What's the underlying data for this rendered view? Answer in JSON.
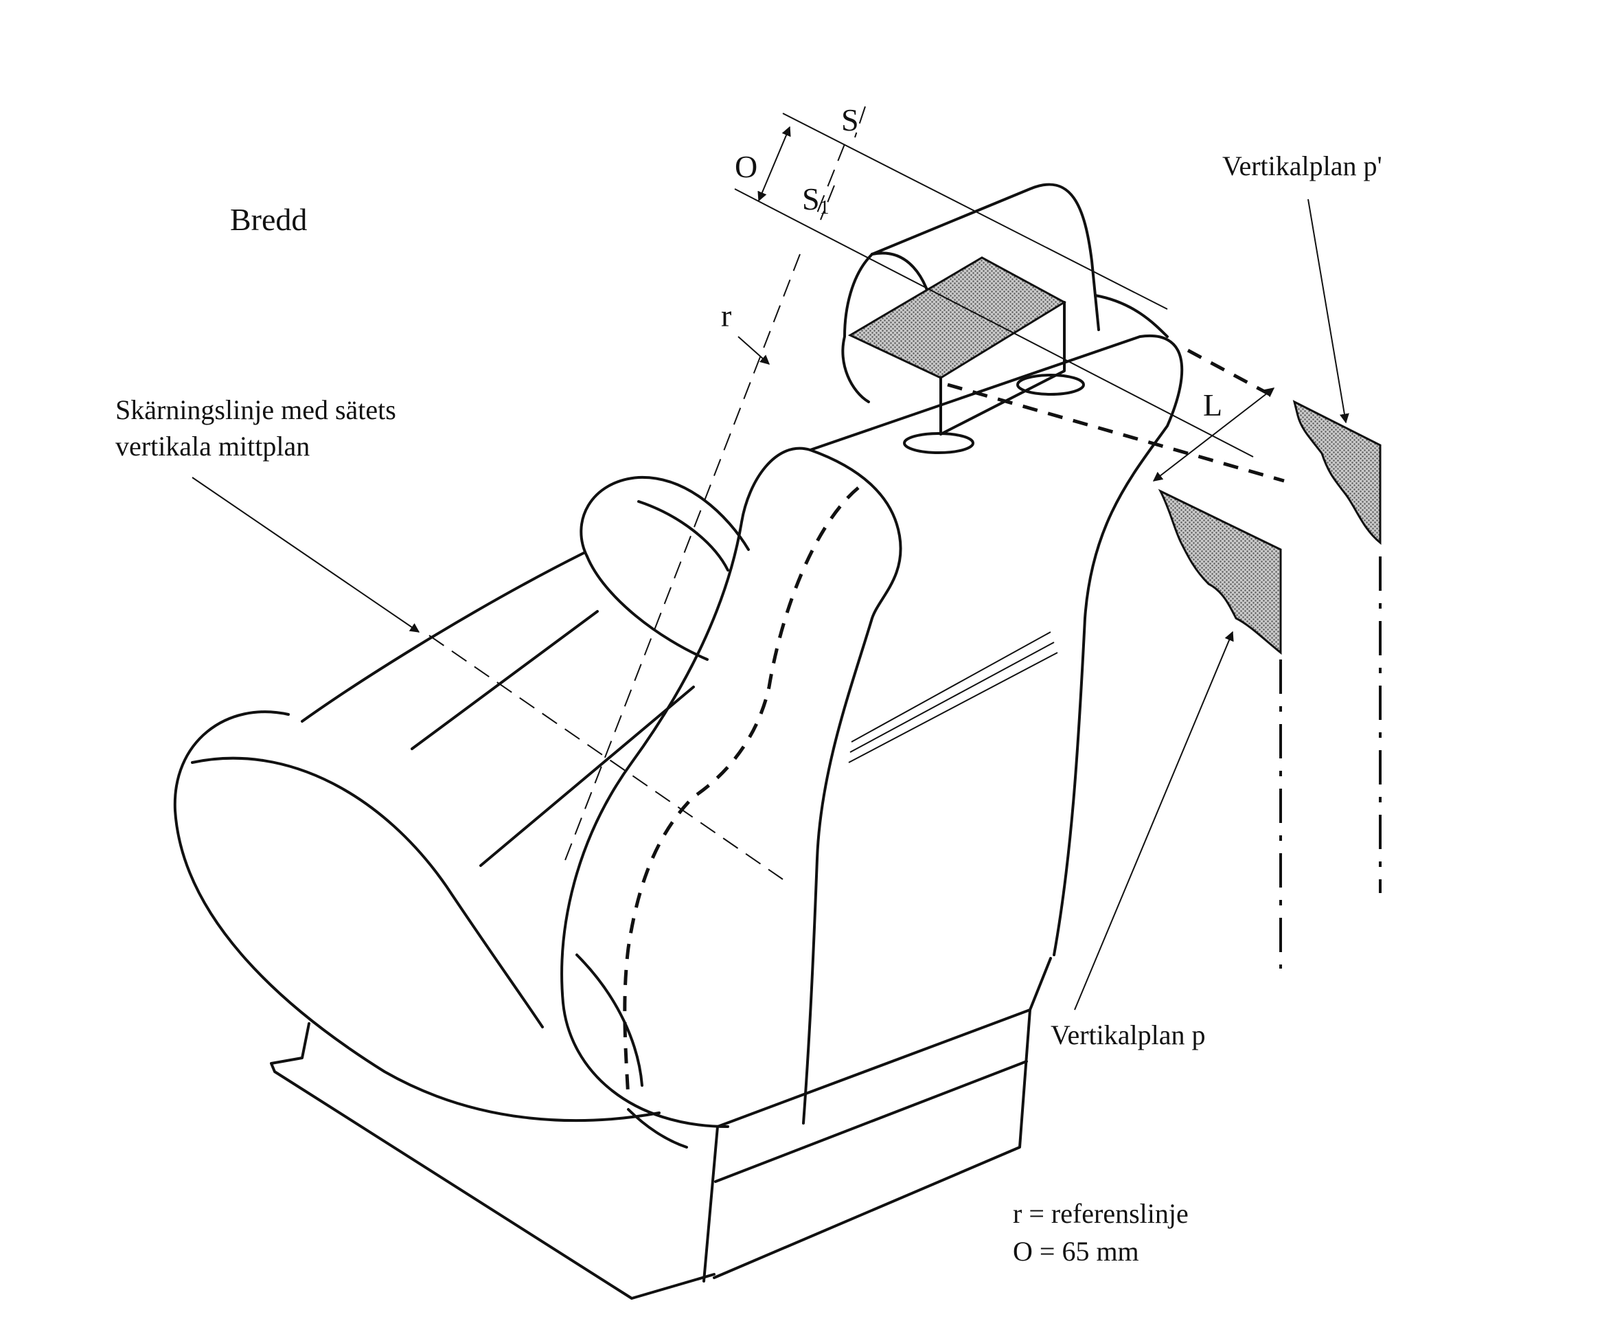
{
  "labels": {
    "title": "Bredd",
    "s": "S",
    "s1_base": "S",
    "s1_sub": "1",
    "o": "O",
    "r": "r",
    "l": "L",
    "vertical_plane_p_prime": "Vertikalplan p'",
    "vertical_plane_p": "Vertikalplan p",
    "intersection_line_1": "Skärningslinje med sätets",
    "intersection_line_2": "vertikala mittplan"
  },
  "legend": {
    "r_line": "r = referenslinje",
    "o_line": "O = 65 mm"
  },
  "colors": {
    "ink": "#111111",
    "hatch": "#9a9a9a"
  }
}
